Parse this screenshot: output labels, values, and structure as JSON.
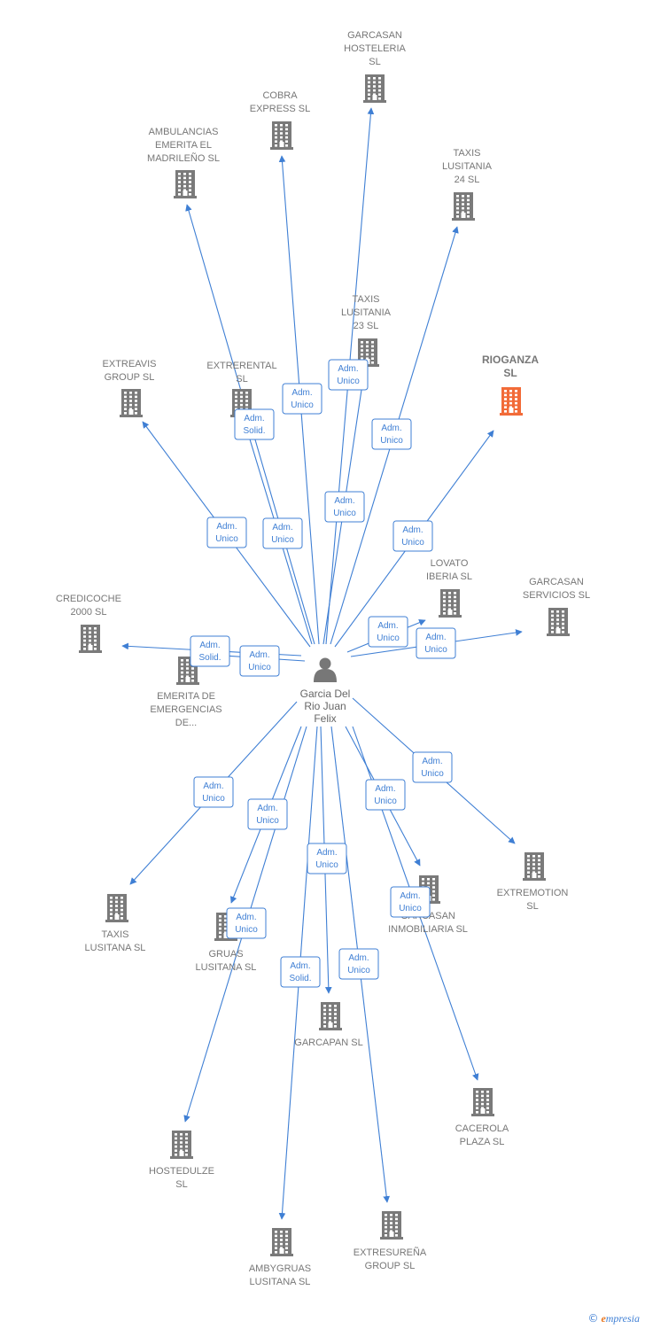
{
  "colors": {
    "edge": "#3f7fd4",
    "building": "#7a7a7a",
    "highlight": "#f26b38"
  },
  "center": {
    "name_lines": [
      "Garcia Del",
      "Rio Juan",
      "Felix"
    ],
    "icon": "person-icon"
  },
  "companies": [
    {
      "id": "garcasan-hosteleria",
      "lines": [
        "GARCASAN",
        "HOSTELERIA",
        "SL"
      ]
    },
    {
      "id": "cobra-express",
      "lines": [
        "COBRA",
        "EXPRESS SL"
      ]
    },
    {
      "id": "ambulancias-emerita",
      "lines": [
        "AMBULANCIAS",
        "EMERITA EL",
        "MADRILEÑO SL"
      ]
    },
    {
      "id": "taxis-lusitania-24",
      "lines": [
        "TAXIS",
        "LUSITANIA",
        "24  SL"
      ]
    },
    {
      "id": "taxis-lusitania-23",
      "lines": [
        "TAXIS",
        "LUSITANIA",
        "23  SL"
      ]
    },
    {
      "id": "extreavis-group",
      "lines": [
        "EXTREAVIS",
        "GROUP  SL"
      ]
    },
    {
      "id": "extrerental",
      "lines": [
        "EXTRERENTAL",
        "SL"
      ]
    },
    {
      "id": "rioganza",
      "lines": [
        "RIOGANZA",
        "SL"
      ],
      "highlight": true
    },
    {
      "id": "lovato-iberia",
      "lines": [
        "LOVATO",
        "IBERIA SL"
      ]
    },
    {
      "id": "garcasan-servicios",
      "lines": [
        "GARCASAN",
        "SERVICIOS SL"
      ]
    },
    {
      "id": "credicoche",
      "lines": [
        "CREDICOCHE",
        "2000  SL"
      ]
    },
    {
      "id": "emerita-emergencias",
      "lines": [
        "EMERITA DE",
        "EMERGENCIAS",
        "DE..."
      ]
    },
    {
      "id": "taxis-lusitana",
      "lines": [
        "TAXIS",
        "LUSITANA  SL"
      ]
    },
    {
      "id": "gruas-lusitana",
      "lines": [
        "GRUAS",
        "LUSITANA  SL"
      ]
    },
    {
      "id": "garcapan",
      "lines": [
        "GARCAPAN SL"
      ]
    },
    {
      "id": "garcasan-inmobiliaria",
      "lines": [
        "GARCASAN",
        "INMOBILIARIA SL"
      ]
    },
    {
      "id": "extremotion",
      "lines": [
        "EXTREMOTION",
        "SL"
      ]
    },
    {
      "id": "cacerola-plaza",
      "lines": [
        "CACEROLA",
        "PLAZA  SL"
      ]
    },
    {
      "id": "hostedulze",
      "lines": [
        "HOSTEDULZE",
        "SL"
      ]
    },
    {
      "id": "ambygruas-lusitana",
      "lines": [
        "AMBYGRUAS",
        "LUSITANA SL"
      ]
    },
    {
      "id": "extresurena-group",
      "lines": [
        "EXTRESUREÑA",
        "GROUP  SL"
      ]
    }
  ],
  "edges": [
    {
      "to": "garcasan-hosteleria",
      "role": [
        "Adm.",
        "Unico"
      ]
    },
    {
      "to": "cobra-express",
      "role": [
        "Adm.",
        "Unico"
      ]
    },
    {
      "to": "ambulancias-emerita",
      "role": [
        "Adm.",
        "Unico"
      ]
    },
    {
      "to": "taxis-lusitania-24",
      "role": [
        "Adm.",
        "Unico"
      ]
    },
    {
      "to": "taxis-lusitania-23",
      "role": [
        "Adm.",
        "Unico"
      ]
    },
    {
      "to": "extreavis-group",
      "role": [
        "Adm.",
        "Unico"
      ]
    },
    {
      "to": "extrerental",
      "role": [
        "Adm.",
        "Solid."
      ]
    },
    {
      "to": "rioganza",
      "role": [
        "Adm.",
        "Unico"
      ]
    },
    {
      "to": "lovato-iberia",
      "role": [
        "Adm.",
        "Unico"
      ]
    },
    {
      "to": "garcasan-servicios",
      "role": [
        "Adm.",
        "Unico"
      ]
    },
    {
      "to": "credicoche",
      "role": [
        "Adm.",
        "Solid."
      ]
    },
    {
      "to": "emerita-emergencias",
      "role": [
        "Adm.",
        "Unico"
      ]
    },
    {
      "to": "taxis-lusitana",
      "role": [
        "Adm.",
        "Unico"
      ]
    },
    {
      "to": "gruas-lusitana",
      "role": [
        "Adm.",
        "Unico"
      ]
    },
    {
      "to": "garcapan",
      "role": [
        "Adm.",
        "Unico"
      ]
    },
    {
      "to": "garcasan-inmobiliaria",
      "role": [
        "Adm.",
        "Unico"
      ]
    },
    {
      "to": "extremotion",
      "role": [
        "Adm.",
        "Unico"
      ]
    },
    {
      "to": "cacerola-plaza",
      "role": [
        "Adm.",
        "Unico"
      ]
    },
    {
      "to": "hostedulze",
      "role": [
        "Adm.",
        "Unico"
      ]
    },
    {
      "to": "ambygruas-lusitana",
      "role": [
        "Adm.",
        "Solid."
      ]
    },
    {
      "to": "extresurena-group",
      "role": [
        "Adm.",
        "Unico"
      ]
    }
  ],
  "brand": {
    "copyright": "©",
    "initial": "e",
    "rest": "mpresia"
  }
}
